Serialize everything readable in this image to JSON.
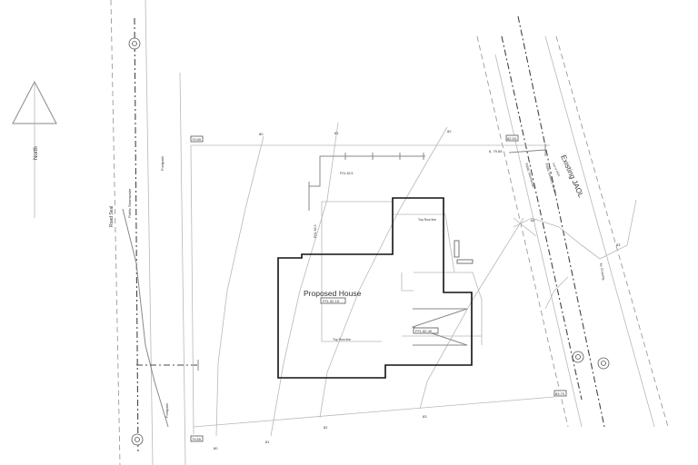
{
  "north_label": "North",
  "road_seal": "Road Seal",
  "public_stormwater_left": "Public Stormwater",
  "footpath_upper": "Footpath",
  "footpath_lower": "Footpath",
  "existing_jaol": "Existing JAOL",
  "public_stormwater_right": "Public Stormwater",
  "public_sanitary_sewer": "Public Sanitary Sewer",
  "jaol_small_text": "line of JAOL",
  "ex_crossing": "Ex Crossing",
  "proposed_house": {
    "title": "Proposed House",
    "ffl_main": "FFL 82.15",
    "ffl_garage": "FFL 82.40",
    "top_row_line_upper": "Top Row line",
    "top_row_line_lower": "Top Row line",
    "fgl_upper": "FGL 82.5",
    "fgl_side": "FGL 82.3"
  },
  "levels": {
    "tl_corner": "79.59",
    "tr_corner": "82.53",
    "bl_corner": "79.55",
    "br_corner": "83.70",
    "tr_dim": "6, 79.65"
  },
  "contours": {
    "c80_top": "80",
    "c81_top": "81",
    "c82_top": "82",
    "c83_right": "83",
    "c83_far": "83",
    "c80_bottom": "80",
    "c81_bottom": "81",
    "c82_bottom": "82",
    "c83_bottom": "83"
  }
}
